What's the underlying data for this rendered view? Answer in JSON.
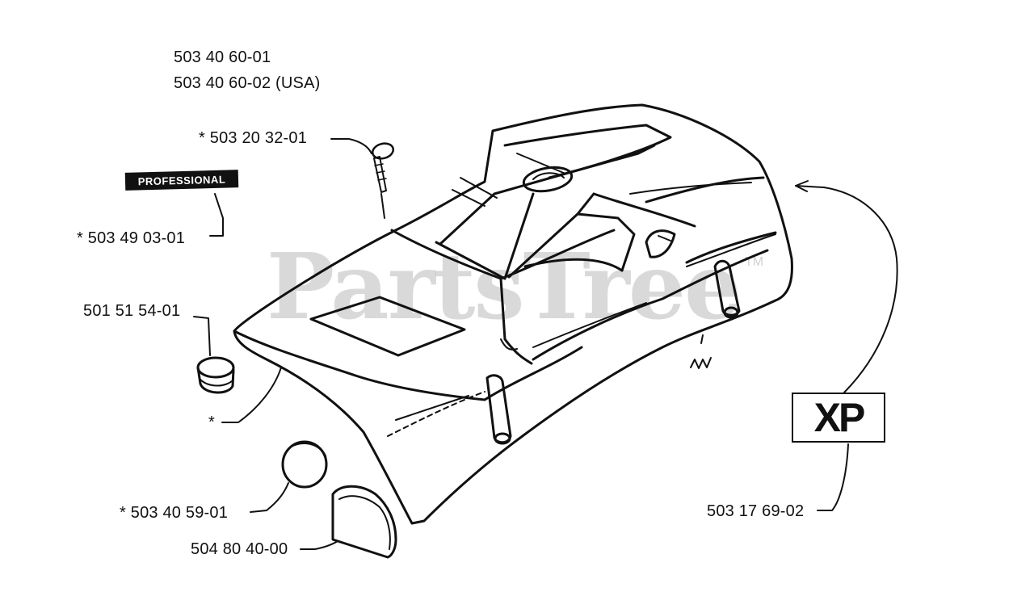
{
  "diagram": {
    "header_part_numbers": [
      "503 40 60-01",
      "503 40 60-02 (USA)"
    ],
    "callouts": {
      "screw": "* 503 20 32-01",
      "decal": "* 503 49 03-01",
      "plug": "501 51 54-01",
      "cover_star": "*",
      "cap": "* 503 40 59-01",
      "guard": "504 80 40-00",
      "xp_label": "503 17 69-02"
    },
    "decal_text": "PROFESSIONAL",
    "xp_badge_text": "XP",
    "watermark": {
      "text": "PartsTree",
      "trademark": "TM"
    },
    "colors": {
      "line": "#111111",
      "watermark": "#888888",
      "background": "#ffffff"
    }
  }
}
